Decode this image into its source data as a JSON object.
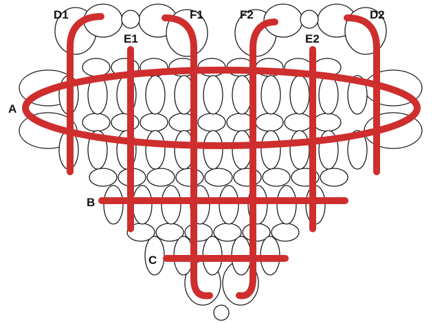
{
  "diagram": {
    "labels": {
      "A": "A",
      "B": "B",
      "C": "C",
      "D1": "D1",
      "D2": "D2",
      "E1": "E1",
      "E2": "E2",
      "F1": "F1",
      "F2": "F2"
    },
    "colors": {
      "thread": "#cf2e2e",
      "bead_outline": "#1a1a1a",
      "bead_fill": "#ffffff",
      "background": "#ffffff"
    }
  }
}
